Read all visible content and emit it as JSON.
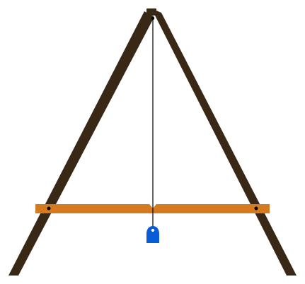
{
  "diagram": {
    "type": "a-frame-level",
    "colors": {
      "background": "#ffffff",
      "legs": "#3a2816",
      "crossbar": "#d57a1f",
      "plumb_line": "#000000",
      "plumb_bob": "#0a5bd6",
      "pivot_dots": "#000000"
    },
    "plumb_bob_state": "hanging",
    "crossbar_notch": "center-mark"
  }
}
